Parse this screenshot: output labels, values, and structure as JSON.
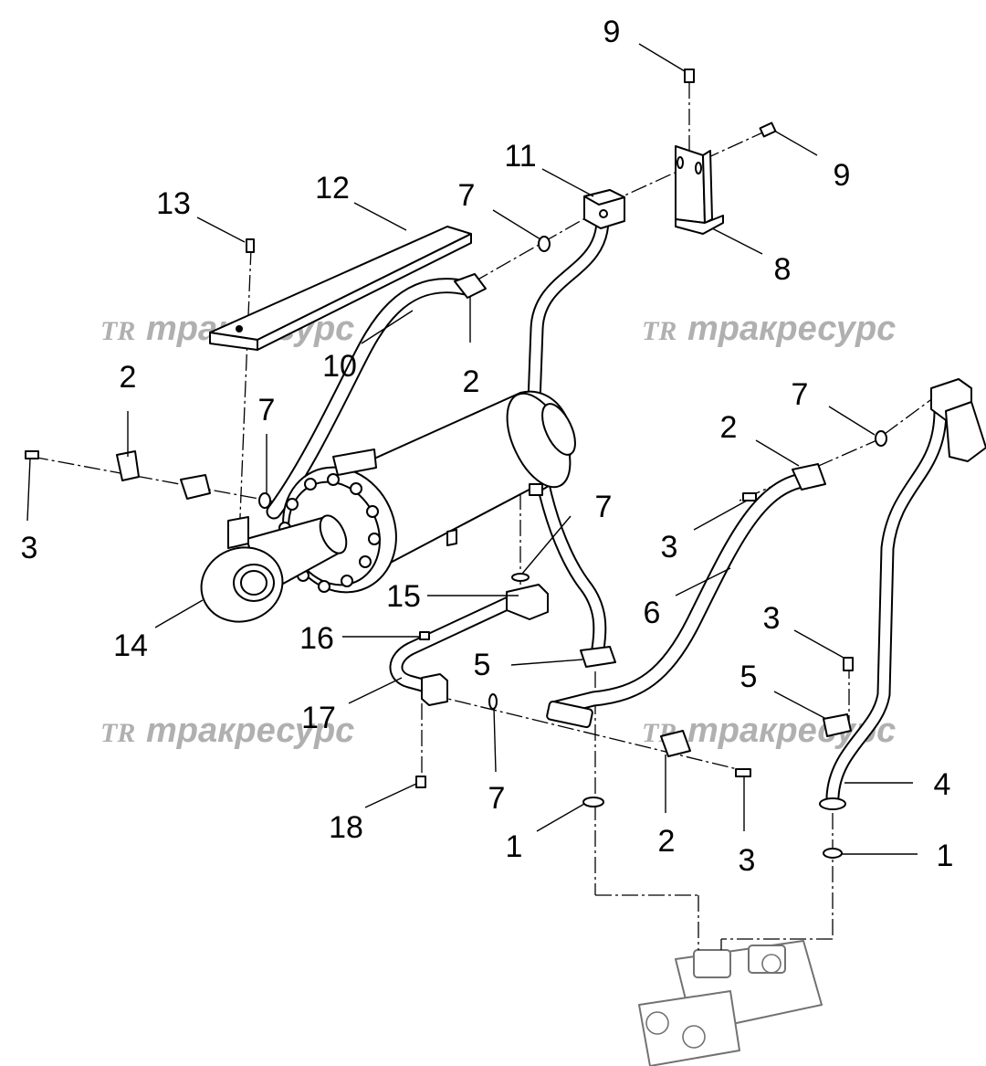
{
  "watermark": {
    "logo": "TR",
    "text": "тракресурс"
  },
  "callouts": [
    {
      "id": "c9a",
      "label": "9"
    },
    {
      "id": "c9b",
      "label": "9"
    },
    {
      "id": "c11",
      "label": "11"
    },
    {
      "id": "c8",
      "label": "8"
    },
    {
      "id": "c12",
      "label": "12"
    },
    {
      "id": "c13",
      "label": "13"
    },
    {
      "id": "c7a",
      "label": "7"
    },
    {
      "id": "c10",
      "label": "10"
    },
    {
      "id": "c2a",
      "label": "2"
    },
    {
      "id": "c2b",
      "label": "2"
    },
    {
      "id": "c2c",
      "label": "2"
    },
    {
      "id": "c2d",
      "label": "2"
    },
    {
      "id": "c7b",
      "label": "7"
    },
    {
      "id": "c7c",
      "label": "7"
    },
    {
      "id": "c7d",
      "label": "7"
    },
    {
      "id": "c7e",
      "label": "7"
    },
    {
      "id": "c3a",
      "label": "3"
    },
    {
      "id": "c3b",
      "label": "3"
    },
    {
      "id": "c3c",
      "label": "3"
    },
    {
      "id": "c3d",
      "label": "3"
    },
    {
      "id": "c14",
      "label": "14"
    },
    {
      "id": "c15",
      "label": "15"
    },
    {
      "id": "c16",
      "label": "16"
    },
    {
      "id": "c5a",
      "label": "5"
    },
    {
      "id": "c5b",
      "label": "5"
    },
    {
      "id": "c6",
      "label": "6"
    },
    {
      "id": "c17",
      "label": "17"
    },
    {
      "id": "c4",
      "label": "4"
    },
    {
      "id": "c18",
      "label": "18"
    },
    {
      "id": "c1a",
      "label": "1"
    },
    {
      "id": "c1b",
      "label": "1"
    }
  ]
}
